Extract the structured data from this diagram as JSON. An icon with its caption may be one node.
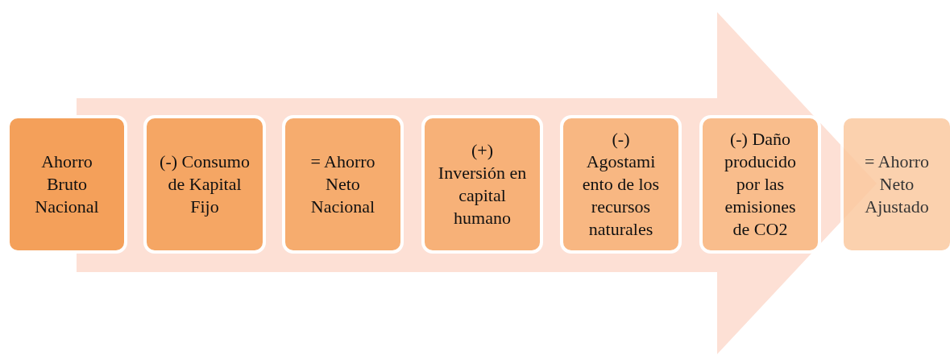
{
  "diagram": {
    "nodes": [
      {
        "text": [
          "Ahorro Bruto Nacional"
        ]
      },
      {
        "text": [
          "(-) Consumo de Kapital Fijo"
        ]
      },
      {
        "text": [
          "= Ahorro Neto Nacional"
        ]
      },
      {
        "text": [
          "(+) Inversión en capital humano"
        ]
      },
      {
        "text": [
          "(-) Agostami ento de los recursos naturales"
        ]
      },
      {
        "text": [
          "(-) Daño producido por las emisiones de CO2"
        ]
      },
      {
        "text": [
          "= Ahorro Neto Ajustado"
        ]
      }
    ],
    "edges": [
      {
        "from": 0,
        "to": 6,
        "arrow": "to"
      }
    ]
  }
}
